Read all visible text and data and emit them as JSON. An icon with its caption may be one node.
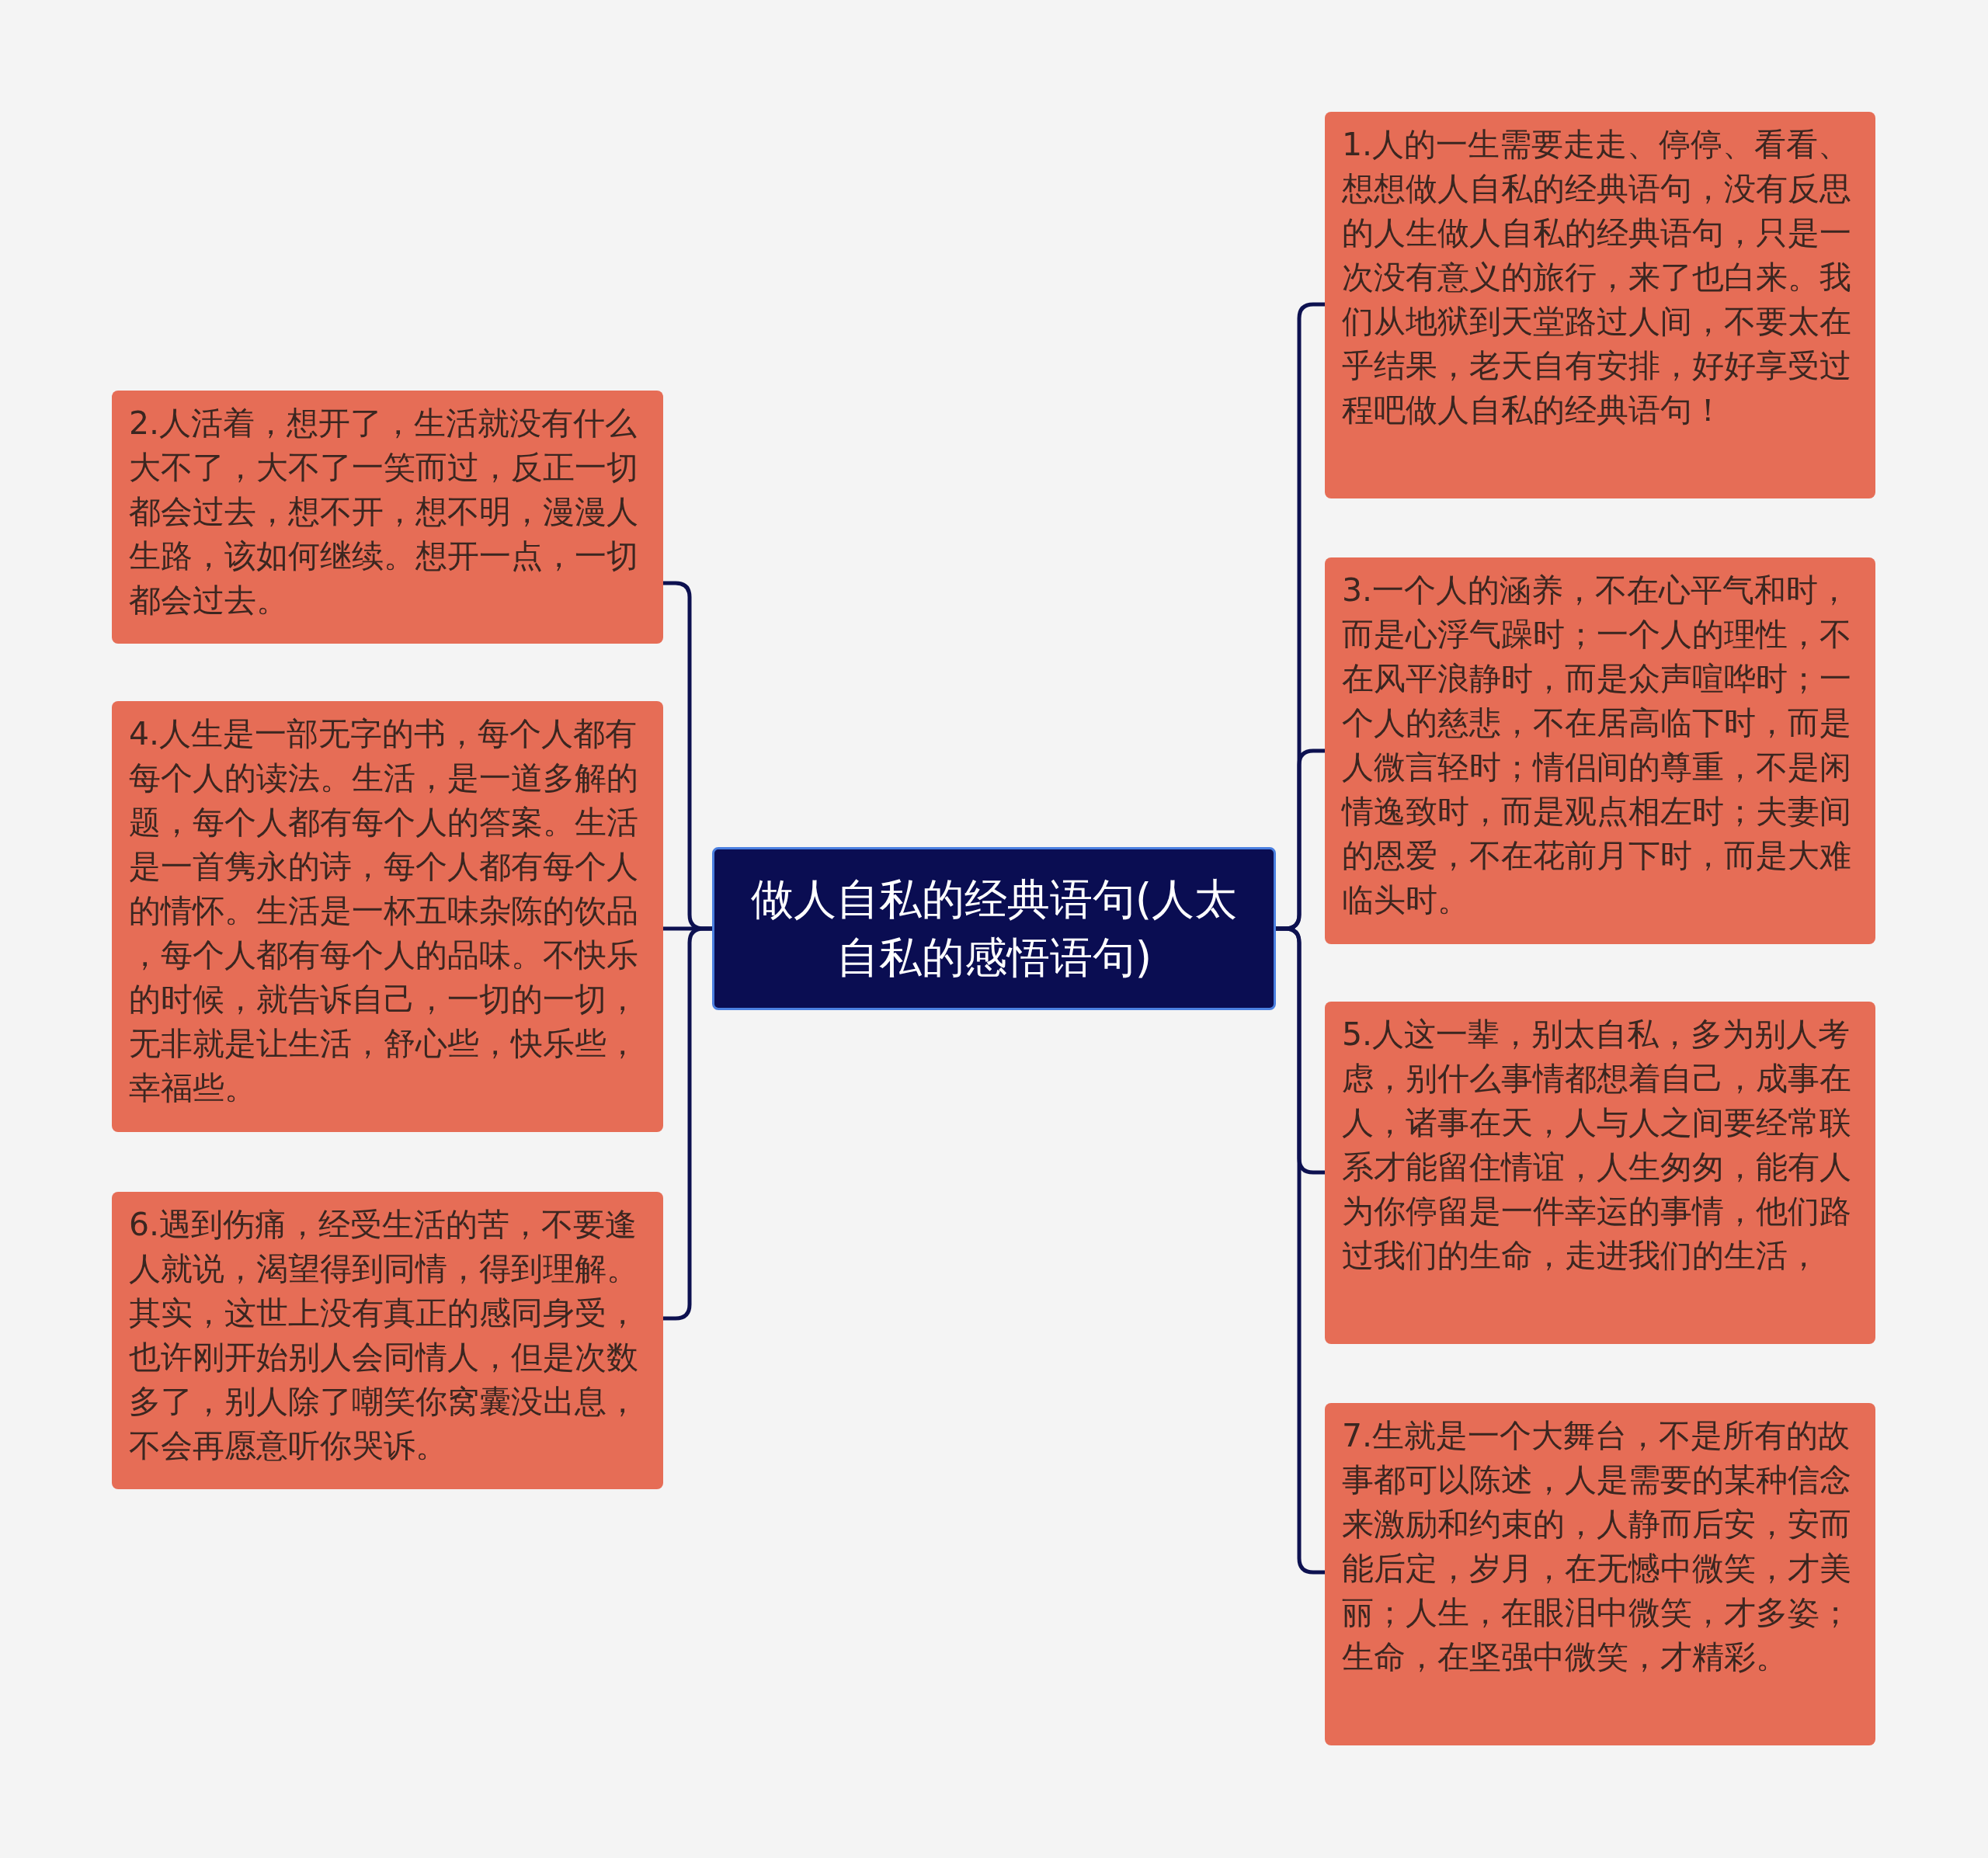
{
  "diagram": {
    "nodes": [
      {
        "text": [
          "做人自私的经典语句(人太自私的感悟语句)"
        ]
      },
      {
        "text": [
          "1.人的一生需要走走、停停、看看、想想做人自私的经典语句，没有反思的人生做人自私的经典语句，只是一次没有意义的旅行，来了也白来。我们从地狱到天堂路过人间，不要太在乎结果，老天自有安排，好好享受过程吧做人自私的经典语句！"
        ]
      },
      {
        "text": [
          "2.人活着，想开了，生活就没有什么大不了，大不了一笑而过，反正一切都会过去，想不开，想不明，漫漫人生路，该如何继续。想开一点，一切都会过去。"
        ]
      },
      {
        "text": [
          "3.一个人的涵养，不在心平气和时，而是心浮气躁时；一个人的理性，不在风平浪静时，而是众声喧哗时；一个人的慈悲，不在居高临下时，而是人微言轻时；情侣间的尊重，不是闲情逸致时，而是观点相左时；夫妻间的恩爱，不在花前月下时，而是大难临头时。"
        ]
      },
      {
        "text": [
          "4.人生是一部无字的书，每个人都有每个人的读法。生活，是一道多解的题，每个人都有每个人的答案。生活是一首隽永的诗，每个人都有每个人的情怀。生活是一杯五味杂陈的饮品，每个人都有每个人的品味。不快乐的时候，就告诉自己，一切的一切，无非就是让生活，舒心些，快乐些，幸福些。"
        ]
      },
      {
        "text": [
          "5.人这一辈，别太自私，多为别人考虑，别什么事情都想着自己，成事在人，诸事在天，人与人之间要经常联系才能留住情谊，人生匆匆，能有人为你停留是一件幸运的事情，他们路过我们的生命，走进我们的生活，"
        ]
      },
      {
        "text": [
          "6.遇到伤痛，经受生活的苦，不要逢人就说，渴望得到同情，得到理解。其实，这世上没有真正的感同身受，也许刚开始别人会同情人，但是次数多了，别人除了嘲笑你窝囊没出息，不会再愿意听你哭诉。"
        ]
      },
      {
        "text": [
          "7.生就是一个大舞台，不是所有的故事都可以陈述，人是需要的某种信念来激励和约束的，人静而后安，安而能后定，岁月，在无憾中微笑，才美丽；人生，在眼泪中微笑，才多姿；生命，在坚强中微笑，才精彩。"
        ]
      }
    ],
    "edges": [
      {
        "from": 0,
        "to": 1,
        "arrow": "none"
      },
      {
        "from": 0,
        "to": 2,
        "arrow": "none"
      },
      {
        "from": 0,
        "to": 3,
        "arrow": "none"
      },
      {
        "from": 0,
        "to": 4,
        "arrow": "none"
      },
      {
        "from": 0,
        "to": 5,
        "arrow": "none"
      },
      {
        "from": 0,
        "to": 6,
        "arrow": "none"
      },
      {
        "from": 0,
        "to": 7,
        "arrow": "none"
      }
    ]
  }
}
